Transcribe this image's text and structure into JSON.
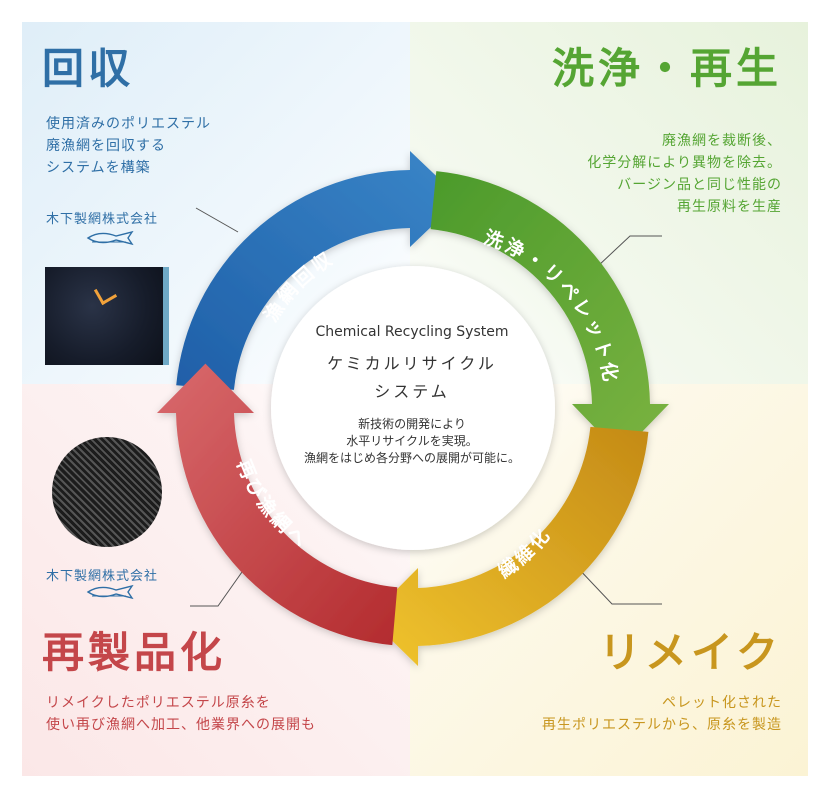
{
  "quadrants": {
    "collect": {
      "title": "回収",
      "desc": [
        "使用済みのポリエステル",
        "廃漁網を回収する",
        "システムを構築"
      ],
      "company": "木下製網株式会社"
    },
    "wash": {
      "title": "洗浄・再生",
      "desc": [
        "廃漁網を裁断後、",
        "化学分解により異物を除去。",
        "バージン品と同じ性能の",
        "再生原料を生産"
      ]
    },
    "remake": {
      "title": "リメイク",
      "desc": [
        "ペレット化された",
        "再生ポリエステルから、原糸を製造"
      ]
    },
    "reproduce": {
      "title": "再製品化",
      "desc": [
        "リメイクしたポリエステル原糸を",
        "使い再び漁網へ加工、他業界への展開も"
      ],
      "company": "木下製網株式会社"
    }
  },
  "cycle": {
    "arrow1": "漁網回収",
    "arrow2": "洗浄・リペレット化",
    "arrow3": "繊維化",
    "arrow4": "再び漁網へ"
  },
  "center": {
    "title_en": "Chemical Recycling System",
    "title_jp_1": "ケミカルリサイクル",
    "title_jp_2": "システム",
    "desc": [
      "新技術の開発により",
      "水平リサイクルを実現。",
      "漁網をはじめ各分野への展開が可能に。"
    ]
  },
  "colors": {
    "blue": "#2f6fa6",
    "green": "#55a533",
    "yellow": "#c8961e",
    "red": "#c4464a"
  }
}
